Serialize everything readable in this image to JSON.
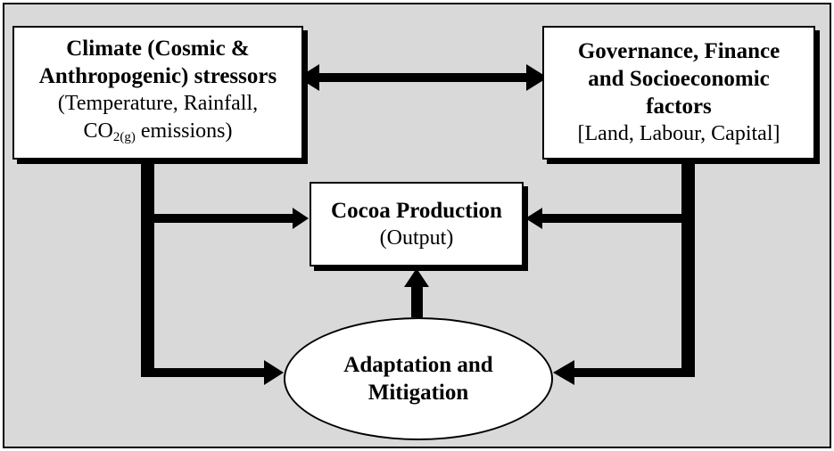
{
  "climate": {
    "line1": "Climate (Cosmic &",
    "line2": "Anthropogenic) stressors",
    "line3": "(Temperature, Rainfall,",
    "co2": "CO",
    "co2_sub": "2(g)",
    "co2_rest": " emissions)"
  },
  "governance": {
    "line1": "Governance, Finance",
    "line2": "and Socioeconomic",
    "line3": "factors",
    "line4": "[Land, Labour, Capital]"
  },
  "cocoa": {
    "title": "Cocoa Production",
    "subtitle": "(Output)"
  },
  "adaptation": {
    "line1": "Adaptation and",
    "line2": "Mitigation"
  },
  "colors": {
    "background": "#d9d9d9",
    "box_fill": "#ffffff",
    "stroke": "#000000"
  }
}
